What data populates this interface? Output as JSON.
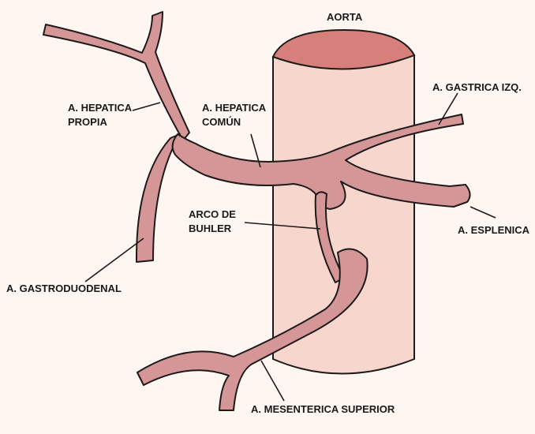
{
  "colors": {
    "background": "#fdf6f1",
    "aorta_body": "#f6d6cd",
    "aorta_top": "#d67f7b",
    "artery": "#d49696",
    "outline": "#1f1a1a"
  },
  "labels": {
    "aorta": "AORTA",
    "hepatica_propia_1": "A. HEPATICA",
    "hepatica_propia_2": "PROPIA",
    "hepatica_comun_1": "A. HEPATICA",
    "hepatica_comun_2": "COMÚN",
    "gastrica_izq": "A. GASTRICA IZQ.",
    "arco_1": "ARCO DE",
    "arco_2": "BUHLER",
    "esplenica": "A. ESPLENICA",
    "gastroduodenal": "A. GASTRODUODENAL",
    "mesenterica": "A. MESENTERICA SUPERIOR"
  }
}
